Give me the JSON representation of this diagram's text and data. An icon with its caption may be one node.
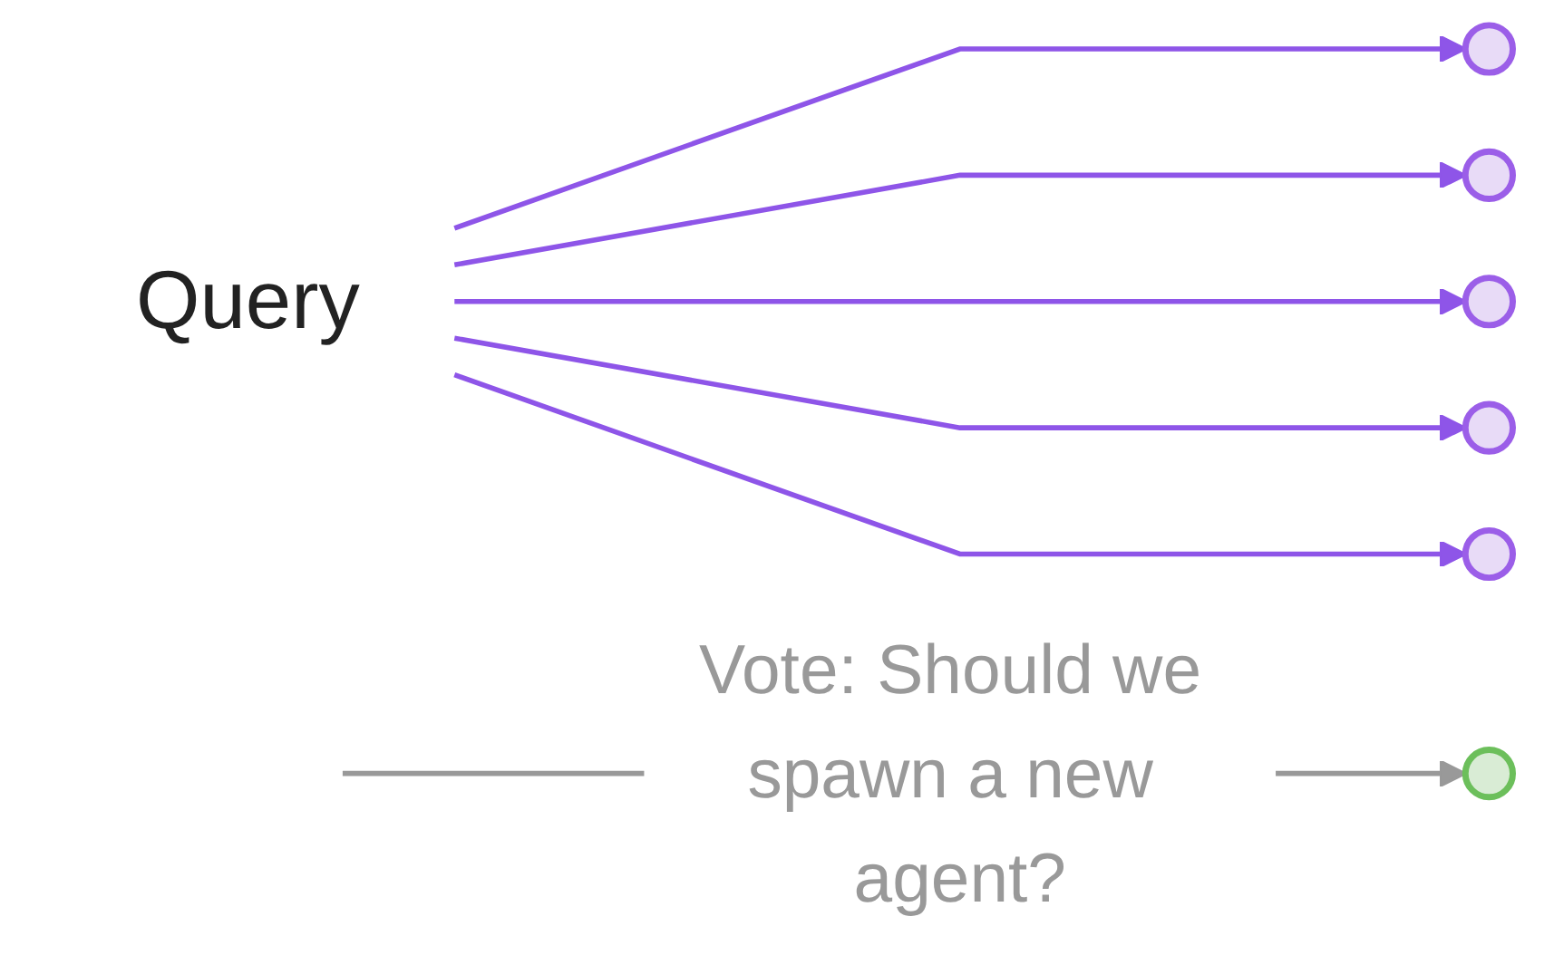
{
  "diagram": {
    "nodes": [
      {
        "text": [
          "Query"
        ]
      },
      {
        "text": [],
        "shape": "circle"
      },
      {
        "text": [],
        "shape": "circle"
      },
      {
        "text": [],
        "shape": "circle"
      },
      {
        "text": [],
        "shape": "circle"
      },
      {
        "text": [],
        "shape": "circle"
      },
      {
        "text": [],
        "shape": "circle"
      }
    ],
    "edges": [
      {
        "from": 0,
        "to": 1,
        "arrow": "to",
        "color": "#8e55e8"
      },
      {
        "from": 0,
        "to": 2,
        "arrow": "to",
        "color": "#8e55e8"
      },
      {
        "from": 0,
        "to": 3,
        "arrow": "to",
        "color": "#8e55e8"
      },
      {
        "from": 0,
        "to": 4,
        "arrow": "to",
        "color": "#8e55e8"
      },
      {
        "from": 0,
        "to": 5,
        "arrow": "to",
        "color": "#8e55e8"
      },
      {
        "from": null,
        "to": 6,
        "arrow": "to",
        "label": "Vote: Should we spawn a new agent?",
        "color": "#999999"
      }
    ]
  }
}
